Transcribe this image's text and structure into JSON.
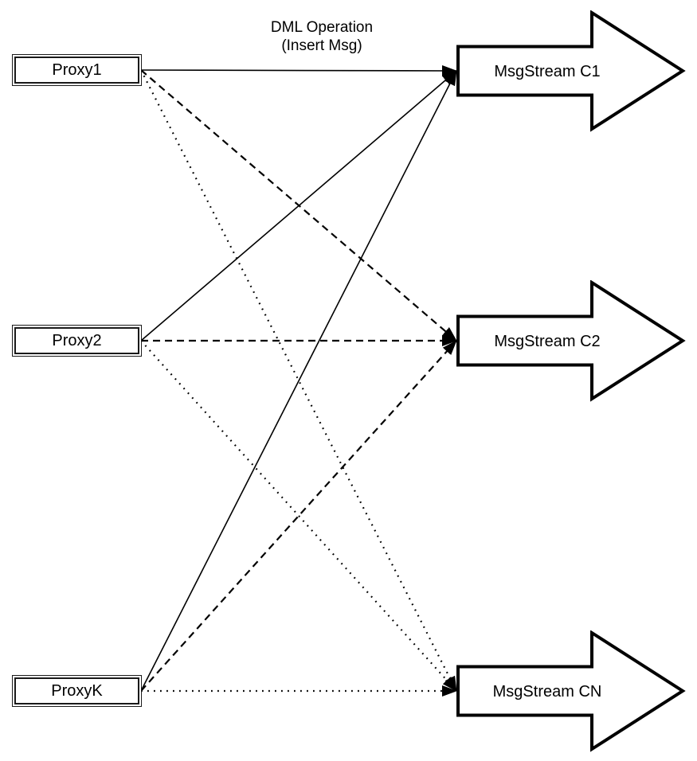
{
  "diagram": {
    "title_line1": "DML Operation",
    "title_line2": "(Insert Msg)",
    "proxies": [
      {
        "id": "proxy1",
        "label": "Proxy1"
      },
      {
        "id": "proxy2",
        "label": "Proxy2"
      },
      {
        "id": "proxyK",
        "label": "ProxyK"
      }
    ],
    "streams": [
      {
        "id": "c1",
        "label": "MsgStream C1"
      },
      {
        "id": "c2",
        "label": "MsgStream C2"
      },
      {
        "id": "cn",
        "label": "MsgStream CN"
      }
    ],
    "edges": [
      {
        "from": "proxy1",
        "to": "c1",
        "style": "solid"
      },
      {
        "from": "proxy2",
        "to": "c1",
        "style": "solid"
      },
      {
        "from": "proxyK",
        "to": "c1",
        "style": "solid"
      },
      {
        "from": "proxy1",
        "to": "c2",
        "style": "dashed"
      },
      {
        "from": "proxy2",
        "to": "c2",
        "style": "dashed"
      },
      {
        "from": "proxyK",
        "to": "c2",
        "style": "dashed"
      },
      {
        "from": "proxy1",
        "to": "cn",
        "style": "dotted"
      },
      {
        "from": "proxy2",
        "to": "cn",
        "style": "dotted"
      },
      {
        "from": "proxyK",
        "to": "cn",
        "style": "dotted"
      }
    ],
    "colors": {
      "stroke": "#000000",
      "fill": "#ffffff"
    }
  }
}
